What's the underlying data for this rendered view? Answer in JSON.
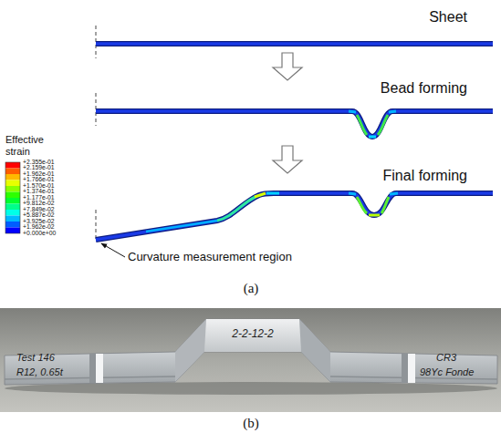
{
  "diagram": {
    "labels": [
      "Sheet",
      "Bead forming",
      "Final forming",
      "Effective strain",
      "+2.355e-01",
      "+2.159e-01",
      "+1.962e-01",
      "+1.766e-01",
      "+1.570e-01",
      "+1.374e-01",
      "+1.177e-01",
      "+9.812e-02",
      "+7.849e-02",
      "+5.887e-02",
      "+3.925e-02",
      "+1.962e-02",
      "+0.000e+00",
      "Curvature measurement region",
      "(a)",
      "Test 146",
      "R12, 0.65t",
      "2-2-12-2",
      "CR3",
      "98Yc Fonde",
      "(b)"
    ]
  }
}
